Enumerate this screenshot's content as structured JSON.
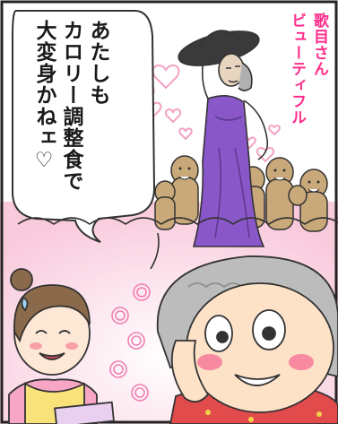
{
  "speech_bubble": {
    "lines": [
      "あたしも",
      "カロリー調整食で",
      "大変身かねェ♡"
    ]
  },
  "caption": {
    "lines": [
      "歌目さん",
      "ビューティフル"
    ]
  },
  "colors": {
    "caption_pink": "#ff2d8c",
    "dress_purple": "#8a57c9",
    "heart_pink": "#f3a1c4",
    "background_pink": "#fbd6e6",
    "apron_pink": "#f7a6c6",
    "cheek_pink": "#f78aa0"
  }
}
